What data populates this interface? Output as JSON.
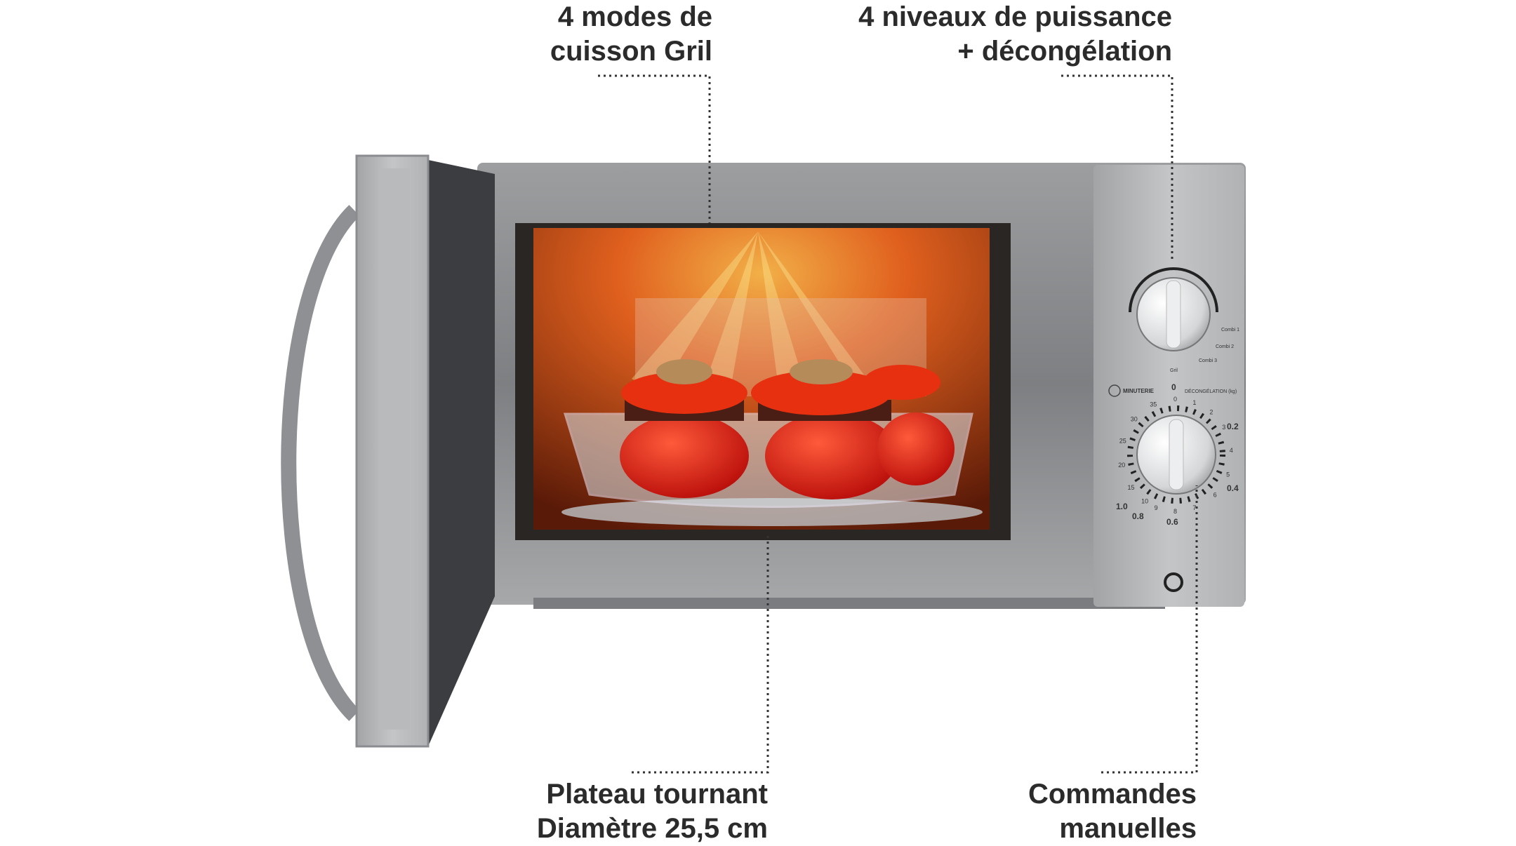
{
  "callouts": {
    "grill": {
      "line1": "4 modes de",
      "line2": "cuisson Gril"
    },
    "power": {
      "line1": "4 niveaux de puissance",
      "line2": "+ décongélation"
    },
    "turntable": {
      "line1": "Plateau tournant",
      "line2": "Diamètre 25,5 cm"
    },
    "controls": {
      "line1": "Commandes",
      "line2": "manuelles"
    }
  },
  "control_panel": {
    "power_knob_labels": {
      "combi1": "Combi 1",
      "combi2": "Combi 2",
      "combi3": "Combi 3",
      "grill": "Gril"
    },
    "timer_label": "MINUTERIE",
    "defrost_label": "DÉCONGÉLATION (kg)",
    "timer_zero": "0",
    "timer_ticks": [
      "0",
      "1",
      "2",
      "3",
      "4",
      "5",
      "6",
      "7",
      "8",
      "9",
      "10",
      "15",
      "20",
      "25",
      "30",
      "35"
    ],
    "defrost_ticks": [
      "0.2",
      "0.4",
      "0.6",
      "0.8",
      "1.0"
    ]
  },
  "colors": {
    "accent_text": "#2b2b2b",
    "body": "#a9abad",
    "cavity_glow": "#e0501a"
  }
}
